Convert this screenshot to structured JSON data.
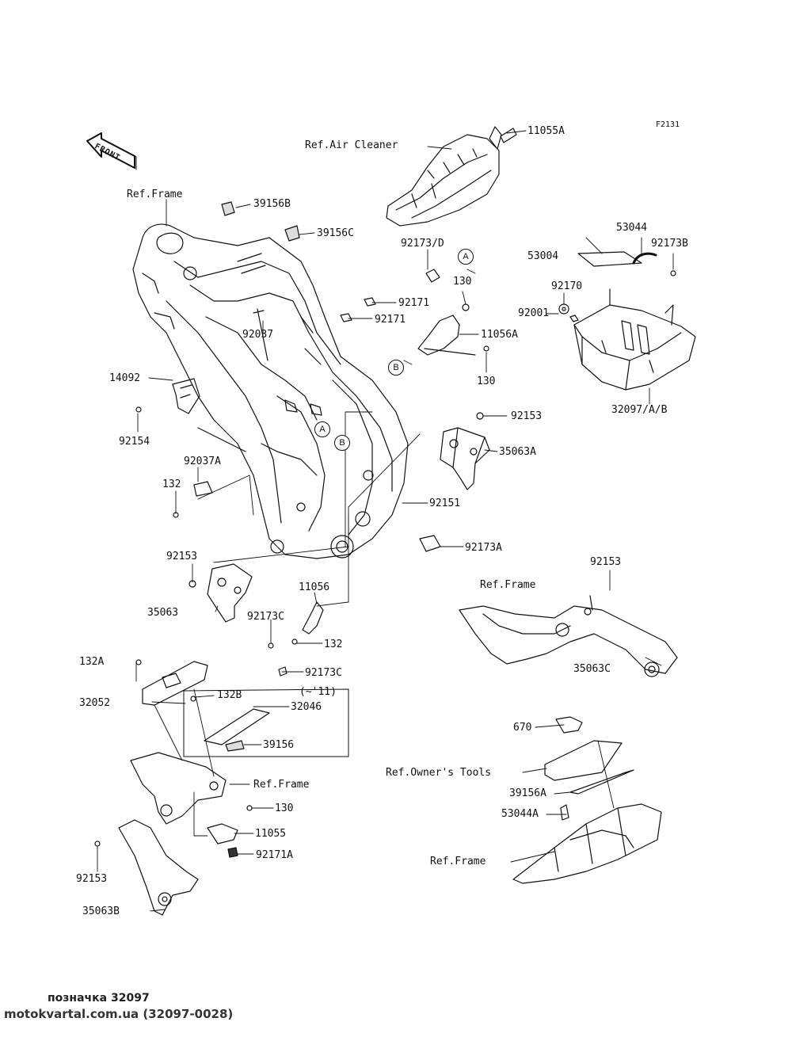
{
  "diagram_id": "F2131",
  "front_label": "FRONT",
  "labels": {
    "p11055A": "11055A",
    "refAirCleaner": "Ref.Air Cleaner",
    "refFrame1": "Ref.Frame",
    "p39156B": "39156B",
    "p39156C": "39156C",
    "p53044": "53044",
    "p92173B": "92173B",
    "p53004": "53004",
    "p92173D": "92173/D",
    "p92170": "92170",
    "p130a": "130",
    "p92001": "92001",
    "p92171a": "92171",
    "p92171b": "92171",
    "p92037": "92037",
    "p11056A": "11056A",
    "p130b": "130",
    "p14092": "14092",
    "p32097": "32097/A/B",
    "p92154": "92154",
    "p92153a": "92153",
    "p35063A": "35063A",
    "p92037A": "92037A",
    "p132a": "132",
    "p92151": "92151",
    "p92173A": "92173A",
    "p92153b": "92153",
    "p92153c": "92153",
    "refFrame2": "Ref.Frame",
    "p11056": "11056",
    "p35063": "35063",
    "p92173Ca": "92173C",
    "p132b": "132",
    "p92173Cb": "92173C",
    "p35063C": "35063C",
    "p132A": "132A",
    "p132B": "132B",
    "p11note": "(~'11)",
    "p32052": "32052",
    "p32046": "32046",
    "p39156": "39156",
    "p670": "670",
    "refOwnersTools": "Ref.Owner's Tools",
    "refFrame3": "Ref.Frame",
    "p130c": "130",
    "p39156A": "39156A",
    "p53044A": "53044A",
    "p11055": "11055",
    "p92171A": "92171A",
    "refFrame4": "Ref.Frame",
    "p92153d": "92153",
    "p35063B": "35063B",
    "circleA1": "A",
    "circleB1": "B",
    "circleA2": "A",
    "circleB2": "B"
  },
  "footer": {
    "line1": "позначка 32097",
    "line2": "motokvartal.com.ua (32097-0028)"
  }
}
